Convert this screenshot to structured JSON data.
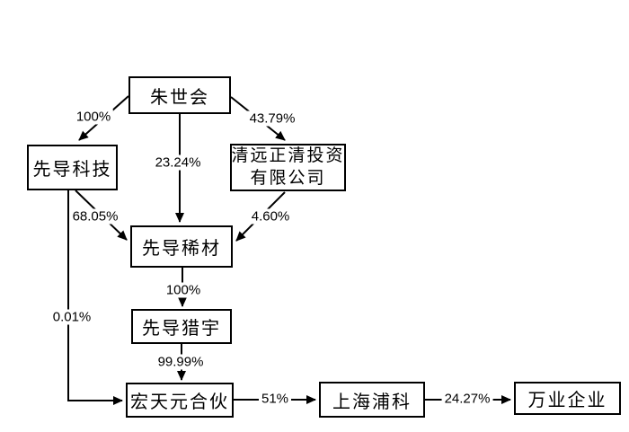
{
  "diagram": {
    "type": "ownership-structure-chart",
    "colors": {
      "line": "#000000",
      "text": "#000000",
      "background": "#ffffff"
    },
    "nodes": {
      "zhushihui": {
        "label": "朱世会"
      },
      "xiandao_tech": {
        "label": "先导科技"
      },
      "qingyuan": {
        "line1": "清远正清投资",
        "line2": "有限公司"
      },
      "xiandao_ximat": {
        "label": "先导稀材"
      },
      "xiandao_lieyu": {
        "label": "先导猎宇"
      },
      "hongtianyuan": {
        "label": "宏天元合伙"
      },
      "shanghai_puke": {
        "label": "上海浦科"
      },
      "wanye": {
        "label": "万业企业"
      }
    },
    "edges": {
      "zhushihui_to_xiandao_tech": {
        "label": "100%"
      },
      "zhushihui_to_xiandao_ximat": {
        "label": "23.24%"
      },
      "zhushihui_to_qingyuan": {
        "label": "43.79%"
      },
      "xiandao_tech_to_xiandao_ximat": {
        "label": "68.05%"
      },
      "qingyuan_to_xiandao_ximat": {
        "label": "4.60%"
      },
      "xiandao_ximat_to_xiandao_lieyu": {
        "label": "100%"
      },
      "xiandao_lieyu_to_hongtianyuan": {
        "label": "99.99%"
      },
      "xiandao_tech_to_hongtianyuan": {
        "label": "0.01%"
      },
      "hongtianyuan_to_shanghai_puke": {
        "label": "51%"
      },
      "shanghai_puke_to_wanye": {
        "label": "24.27%"
      }
    }
  }
}
